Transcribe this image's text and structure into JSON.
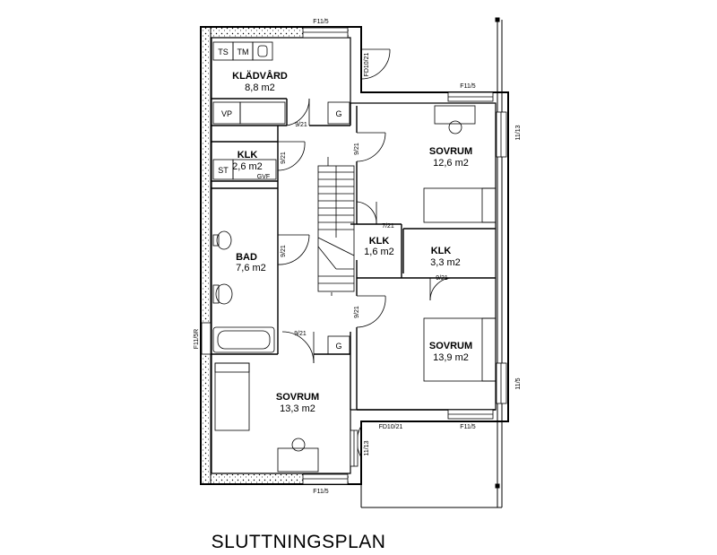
{
  "plan_title": "SLUTTNINGSPLAN",
  "rooms": {
    "kladvard": {
      "name": "KLÄDVÅRD",
      "area": "8,8 m2"
    },
    "klk_left": {
      "name": "KLK",
      "area": "2,6 m2"
    },
    "bad": {
      "name": "BAD",
      "area": "7,6 m2"
    },
    "sovrum_bottom": {
      "name": "SOVRUM",
      "area": "13,3 m2"
    },
    "sovrum_top_right": {
      "name": "SOVRUM",
      "area": "12,6 m2"
    },
    "klk_mid": {
      "name": "KLK",
      "area": "1,6 m2"
    },
    "klk_right": {
      "name": "KLK",
      "area": "3,3 m2"
    },
    "sovrum_mid_right": {
      "name": "SOVRUM",
      "area": "13,9 m2"
    }
  },
  "fixtures": {
    "ts": "TS",
    "tm": "TM",
    "vp": "VP",
    "st": "ST",
    "gvf": "GVF",
    "g1": "G",
    "g2": "G"
  },
  "window_labels": {
    "top": "F11/5",
    "top_right": "F11/5",
    "right_upper": "11/13",
    "right_lower": "11/5",
    "bottom_right": "F11/5",
    "bottom": "F11/5",
    "left": "F11/5R",
    "fd_top": "FD10/21",
    "fd_bottom": "FD10/21",
    "bottom_side": "11/13"
  },
  "door_labels": {
    "d_kladvard": "9/21",
    "d_hall_top": "9/21",
    "d_klk_left": "9/21",
    "d_bad": "9/21",
    "d_klk_mid": "7/21",
    "d_klk_right": "9/21",
    "d_sovrum_mid": "9/21",
    "d_sovrum_bottom": "9/21"
  }
}
